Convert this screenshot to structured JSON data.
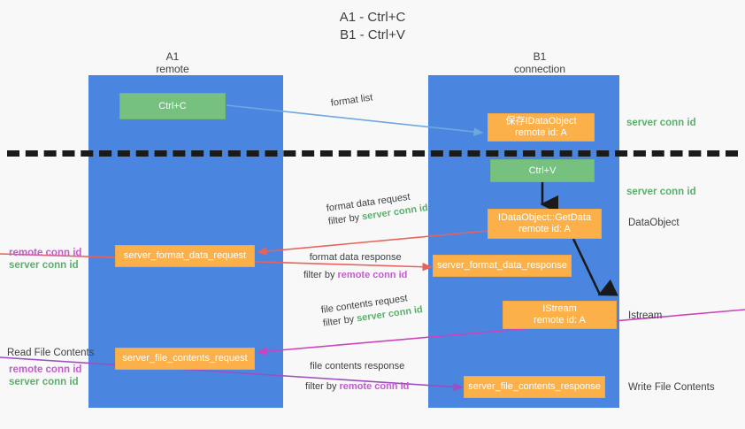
{
  "title": {
    "line1": "A1 - Ctrl+C",
    "line2": "B1 - Ctrl+V"
  },
  "lanes": [
    {
      "id": "a1",
      "name": "A1",
      "role": "remote"
    },
    {
      "id": "b1",
      "name": "B1",
      "role": "connection"
    }
  ],
  "boxes": {
    "ctrl_c": {
      "label": "Ctrl+C",
      "color": "#76c080"
    },
    "save_idataobject": {
      "line1": "保存IDataObject",
      "line2": "remote id: A",
      "color": "#fbb04a"
    },
    "ctrl_v": {
      "label": "Ctrl+V",
      "color": "#76c080"
    },
    "getdata": {
      "line1": "IDataObject::GetData",
      "line2": "remote id: A",
      "color": "#fbb04a"
    },
    "istream": {
      "line1": "IStream",
      "line2": "remote id: A",
      "color": "#fbb04a"
    },
    "server_format_data_request": {
      "label": "server_format_data_request",
      "color": "#fbb04a"
    },
    "server_format_data_response": {
      "label": "server_format_data_response",
      "color": "#fbb04a"
    },
    "server_file_contents_request": {
      "label": "server_file_contents_request",
      "color": "#fbb04a"
    },
    "server_file_contents_response": {
      "label": "server_file_contents_response",
      "color": "#fbb04a"
    }
  },
  "edges": {
    "format_list": {
      "label": "format list"
    },
    "format_data_request": {
      "label": "format data request",
      "filter_prefix": "filter by ",
      "filter_value": "server conn id",
      "filter_color": "#5ab06a"
    },
    "format_data_response": {
      "label": "format data response",
      "filter_prefix": "filter by ",
      "filter_value": "remote conn id",
      "filter_color": "#c45ad0"
    },
    "file_contents_request": {
      "label": "file contents request",
      "filter_prefix": "filter by ",
      "filter_value": "server conn id",
      "filter_color": "#5ab06a"
    },
    "file_contents_response": {
      "label": "file contents response",
      "filter_prefix": "filter by ",
      "filter_value": "remote conn id",
      "filter_color": "#c45ad0"
    }
  },
  "annotations": {
    "right_server_conn_id_top": "server conn id",
    "right_server_conn_id_mid": "server conn id",
    "right_dataobject": "DataObject",
    "right_istream": "Istream",
    "right_write_file_contents": "Write File Contents",
    "left_remote_conn_id_1": "remote conn id",
    "left_server_conn_id_1": "server conn id",
    "left_read_file_contents": "Read File Contents",
    "left_remote_conn_id_2": "remote conn id",
    "left_server_conn_id_2": "server conn id"
  },
  "colors": {
    "lane": "#4a86e0",
    "green_box": "#76c080",
    "orange_box": "#fbb04a",
    "green_text": "#5ab06a",
    "pink_text": "#c45ad0",
    "arrow_blue": "#6fa8dc",
    "arrow_red": "#e8625c",
    "arrow_pink": "#cc44bb",
    "arrow_purple": "#9a4fc4",
    "arrow_black": "#1a1a1a",
    "divider": "#1a1a1a",
    "background": "#f8f8f8"
  }
}
